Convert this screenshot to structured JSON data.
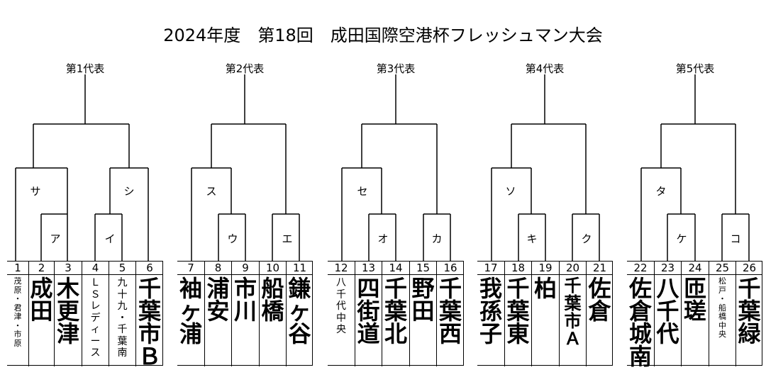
{
  "title": "2024年度　第18回　成田国際空港杯フレッシュマン大会",
  "groups": [
    {
      "representative": "第1代表",
      "semi_labels": [
        "サ",
        "シ"
      ],
      "first_labels": [
        "ア",
        "イ"
      ],
      "teams": [
        {
          "no": "1",
          "name": "茂原・君津・市原",
          "style": "tiny"
        },
        {
          "no": "2",
          "name": "成田",
          "style": "big"
        },
        {
          "no": "3",
          "name": "木更津",
          "style": "big"
        },
        {
          "no": "4",
          "name": "ＬＳレディース",
          "style": "small"
        },
        {
          "no": "5",
          "name": "九十九・千葉南",
          "style": "small"
        },
        {
          "no": "6",
          "name": "千葉市Ｂ",
          "style": "big"
        }
      ]
    },
    {
      "representative": "第2代表",
      "semi_labels": [
        "ス",
        ""
      ],
      "first_labels": [
        "ウ",
        "エ"
      ],
      "teams": [
        {
          "no": "7",
          "name": "袖ヶ浦",
          "style": "big"
        },
        {
          "no": "8",
          "name": "浦安",
          "style": "big"
        },
        {
          "no": "9",
          "name": "市川",
          "style": "big"
        },
        {
          "no": "10",
          "name": "船橋",
          "style": "big"
        },
        {
          "no": "11",
          "name": "鎌ヶ谷",
          "style": "big"
        }
      ]
    },
    {
      "representative": "第3代表",
      "semi_labels": [
        "セ",
        ""
      ],
      "first_labels": [
        "オ",
        "カ"
      ],
      "teams": [
        {
          "no": "12",
          "name": "八千代中央",
          "style": "small"
        },
        {
          "no": "13",
          "name": "四街道",
          "style": "big"
        },
        {
          "no": "14",
          "name": "千葉北",
          "style": "big"
        },
        {
          "no": "15",
          "name": "野田",
          "style": "big"
        },
        {
          "no": "16",
          "name": "千葉西",
          "style": "big"
        }
      ]
    },
    {
      "representative": "第4代表",
      "semi_labels": [
        "ソ",
        ""
      ],
      "first_labels": [
        "キ",
        "ク"
      ],
      "teams": [
        {
          "no": "17",
          "name": "我孫子",
          "style": "big"
        },
        {
          "no": "18",
          "name": "千葉東",
          "style": "big"
        },
        {
          "no": "19",
          "name": "柏",
          "style": "big"
        },
        {
          "no": "20",
          "name": "千葉市Ａ",
          "style": "medium"
        },
        {
          "no": "21",
          "name": "佐倉",
          "style": "big"
        }
      ]
    },
    {
      "representative": "第5代表",
      "semi_labels": [
        "タ",
        ""
      ],
      "first_labels": [
        "ケ",
        "コ"
      ],
      "teams": [
        {
          "no": "22",
          "name": "佐倉城南",
          "style": "big"
        },
        {
          "no": "23",
          "name": "八千代",
          "style": "big"
        },
        {
          "no": "24",
          "name": "匝瑳",
          "style": "big"
        },
        {
          "no": "25",
          "name": "松戸・船橋中央",
          "style": "tiny"
        },
        {
          "no": "26",
          "name": "千葉緑",
          "style": "big"
        }
      ]
    }
  ]
}
